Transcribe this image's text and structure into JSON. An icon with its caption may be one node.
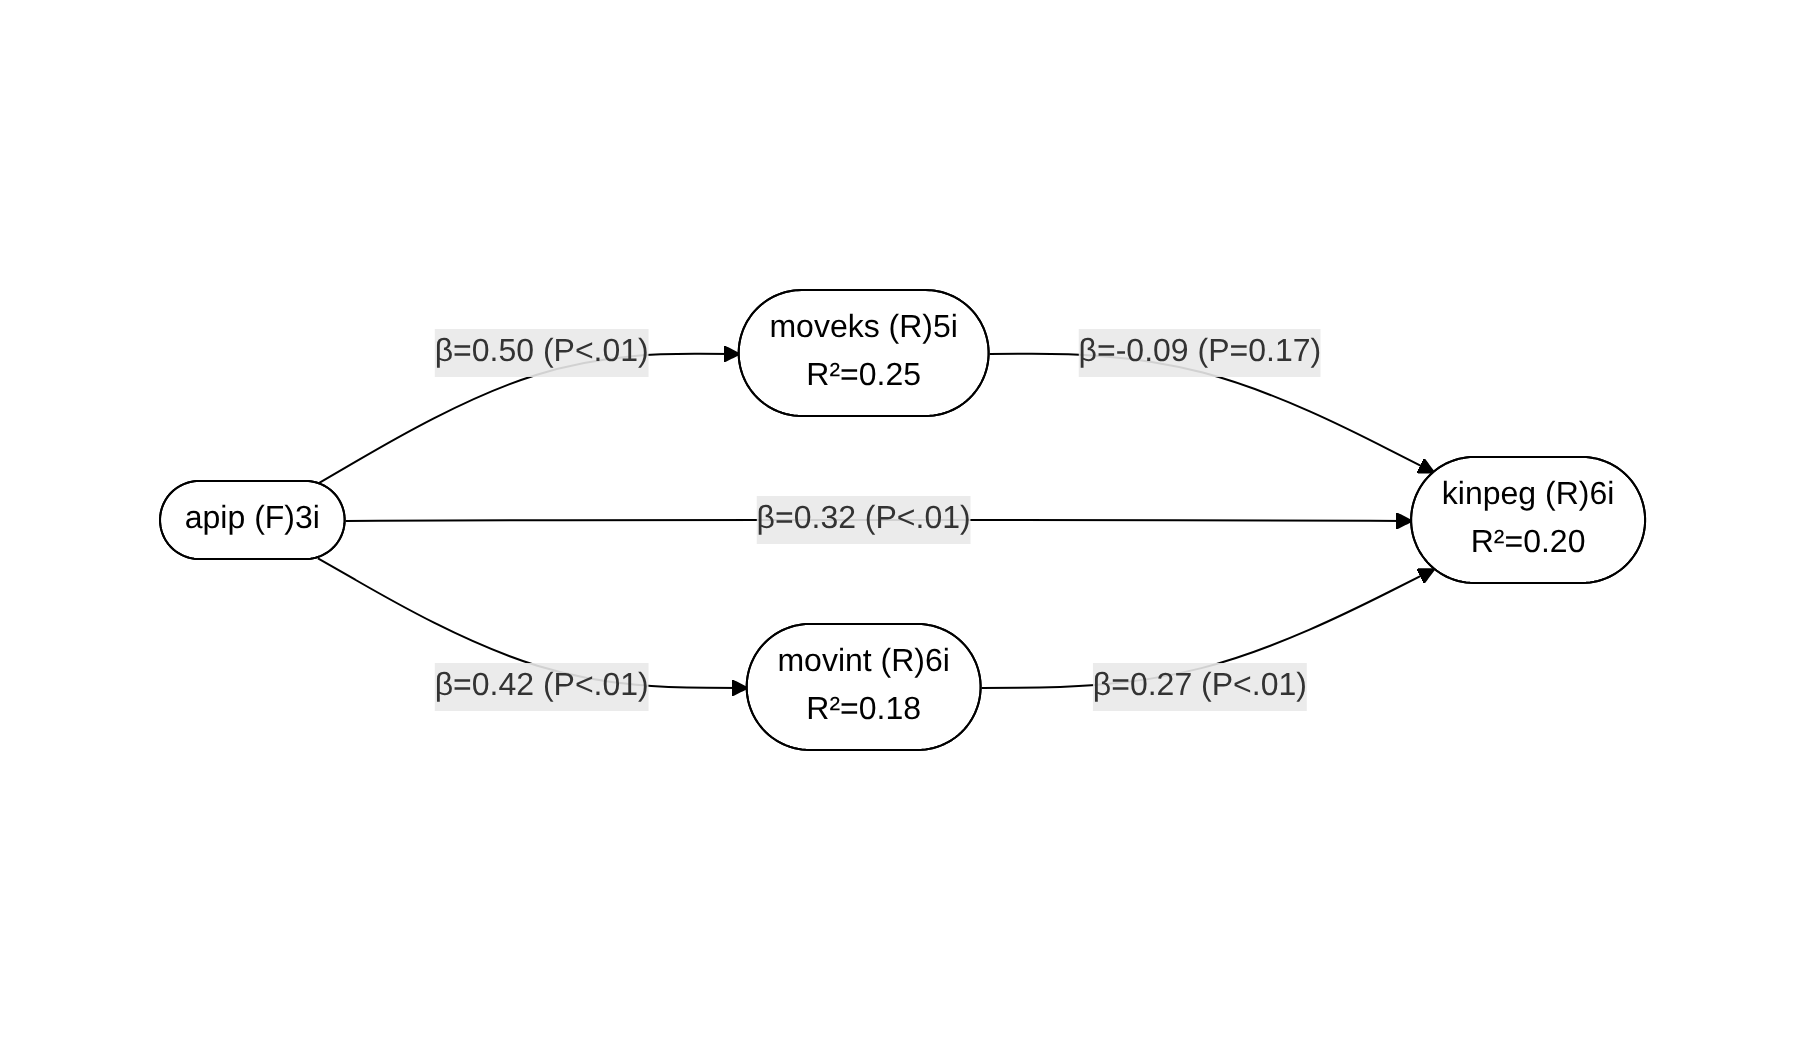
{
  "diagram": {
    "nodes": [
      {
        "text": [
          "moveks (R)5i",
          "R²=0.25"
        ]
      },
      {
        "text": [
          "apip (F)3i"
        ]
      },
      {
        "text": [
          "kinpeg (R)6i",
          "R²=0.20"
        ]
      },
      {
        "text": [
          "movint (R)6i",
          "R²=0.18"
        ]
      }
    ],
    "edges": [
      {
        "from": 1,
        "to": 0,
        "arrow": "to",
        "label": "β=0.50 (P<.01)"
      },
      {
        "from": 0,
        "to": 2,
        "arrow": "to",
        "label": "β=-0.09 (P=0.17)"
      },
      {
        "from": 1,
        "to": 2,
        "arrow": "to",
        "label": "β=0.32 (P<.01)"
      },
      {
        "from": 1,
        "to": 3,
        "arrow": "to",
        "label": "β=0.42 (P<.01)"
      },
      {
        "from": 3,
        "to": 2,
        "arrow": "to",
        "label": "β=0.27 (P<.01)"
      }
    ]
  }
}
